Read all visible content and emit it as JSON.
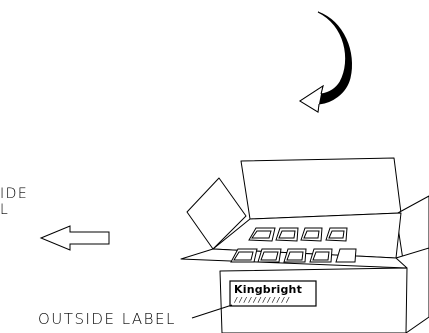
{
  "labels": {
    "inside_label_fragment_line1": "IDE",
    "inside_label_fragment_line2": "L",
    "outside_label": "OUTSIDE LABEL"
  },
  "box_label": {
    "brand": "Kingbright",
    "detail_lines": "////////////"
  },
  "icons": {
    "curved_arrow": "curved-arrow-icon",
    "left_arrow": "left-arrow-icon"
  },
  "colors": {
    "stroke": "#000000",
    "background": "#ffffff"
  }
}
